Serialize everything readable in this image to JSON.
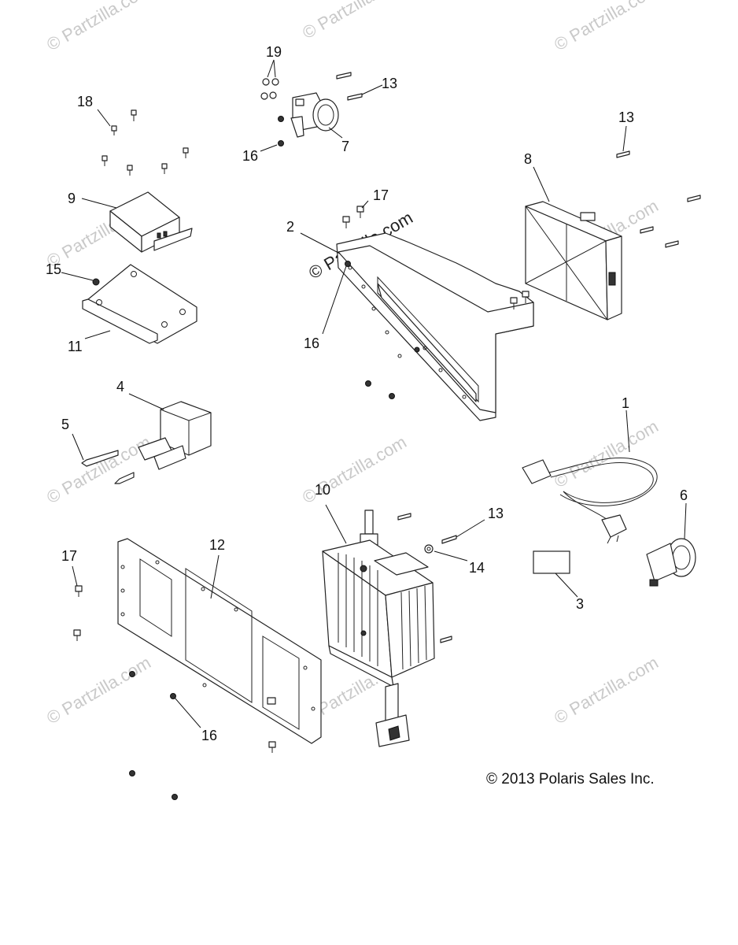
{
  "watermark": "© Partzilla.com",
  "copyright": "© 2013 Polaris Sales Inc.",
  "callouts": {
    "c1": "1",
    "c2": "2",
    "c3": "3",
    "c4": "4",
    "c5": "5",
    "c6": "6",
    "c7": "7",
    "c8": "8",
    "c9": "9",
    "c10": "10",
    "c11": "11",
    "c12": "12",
    "c13a": "13",
    "c13b": "13",
    "c13c": "13",
    "c14": "14",
    "c15": "15",
    "c16a": "16",
    "c16b": "16",
    "c16c": "16",
    "c17a": "17",
    "c17b": "17",
    "c18": "18",
    "c19": "19"
  }
}
